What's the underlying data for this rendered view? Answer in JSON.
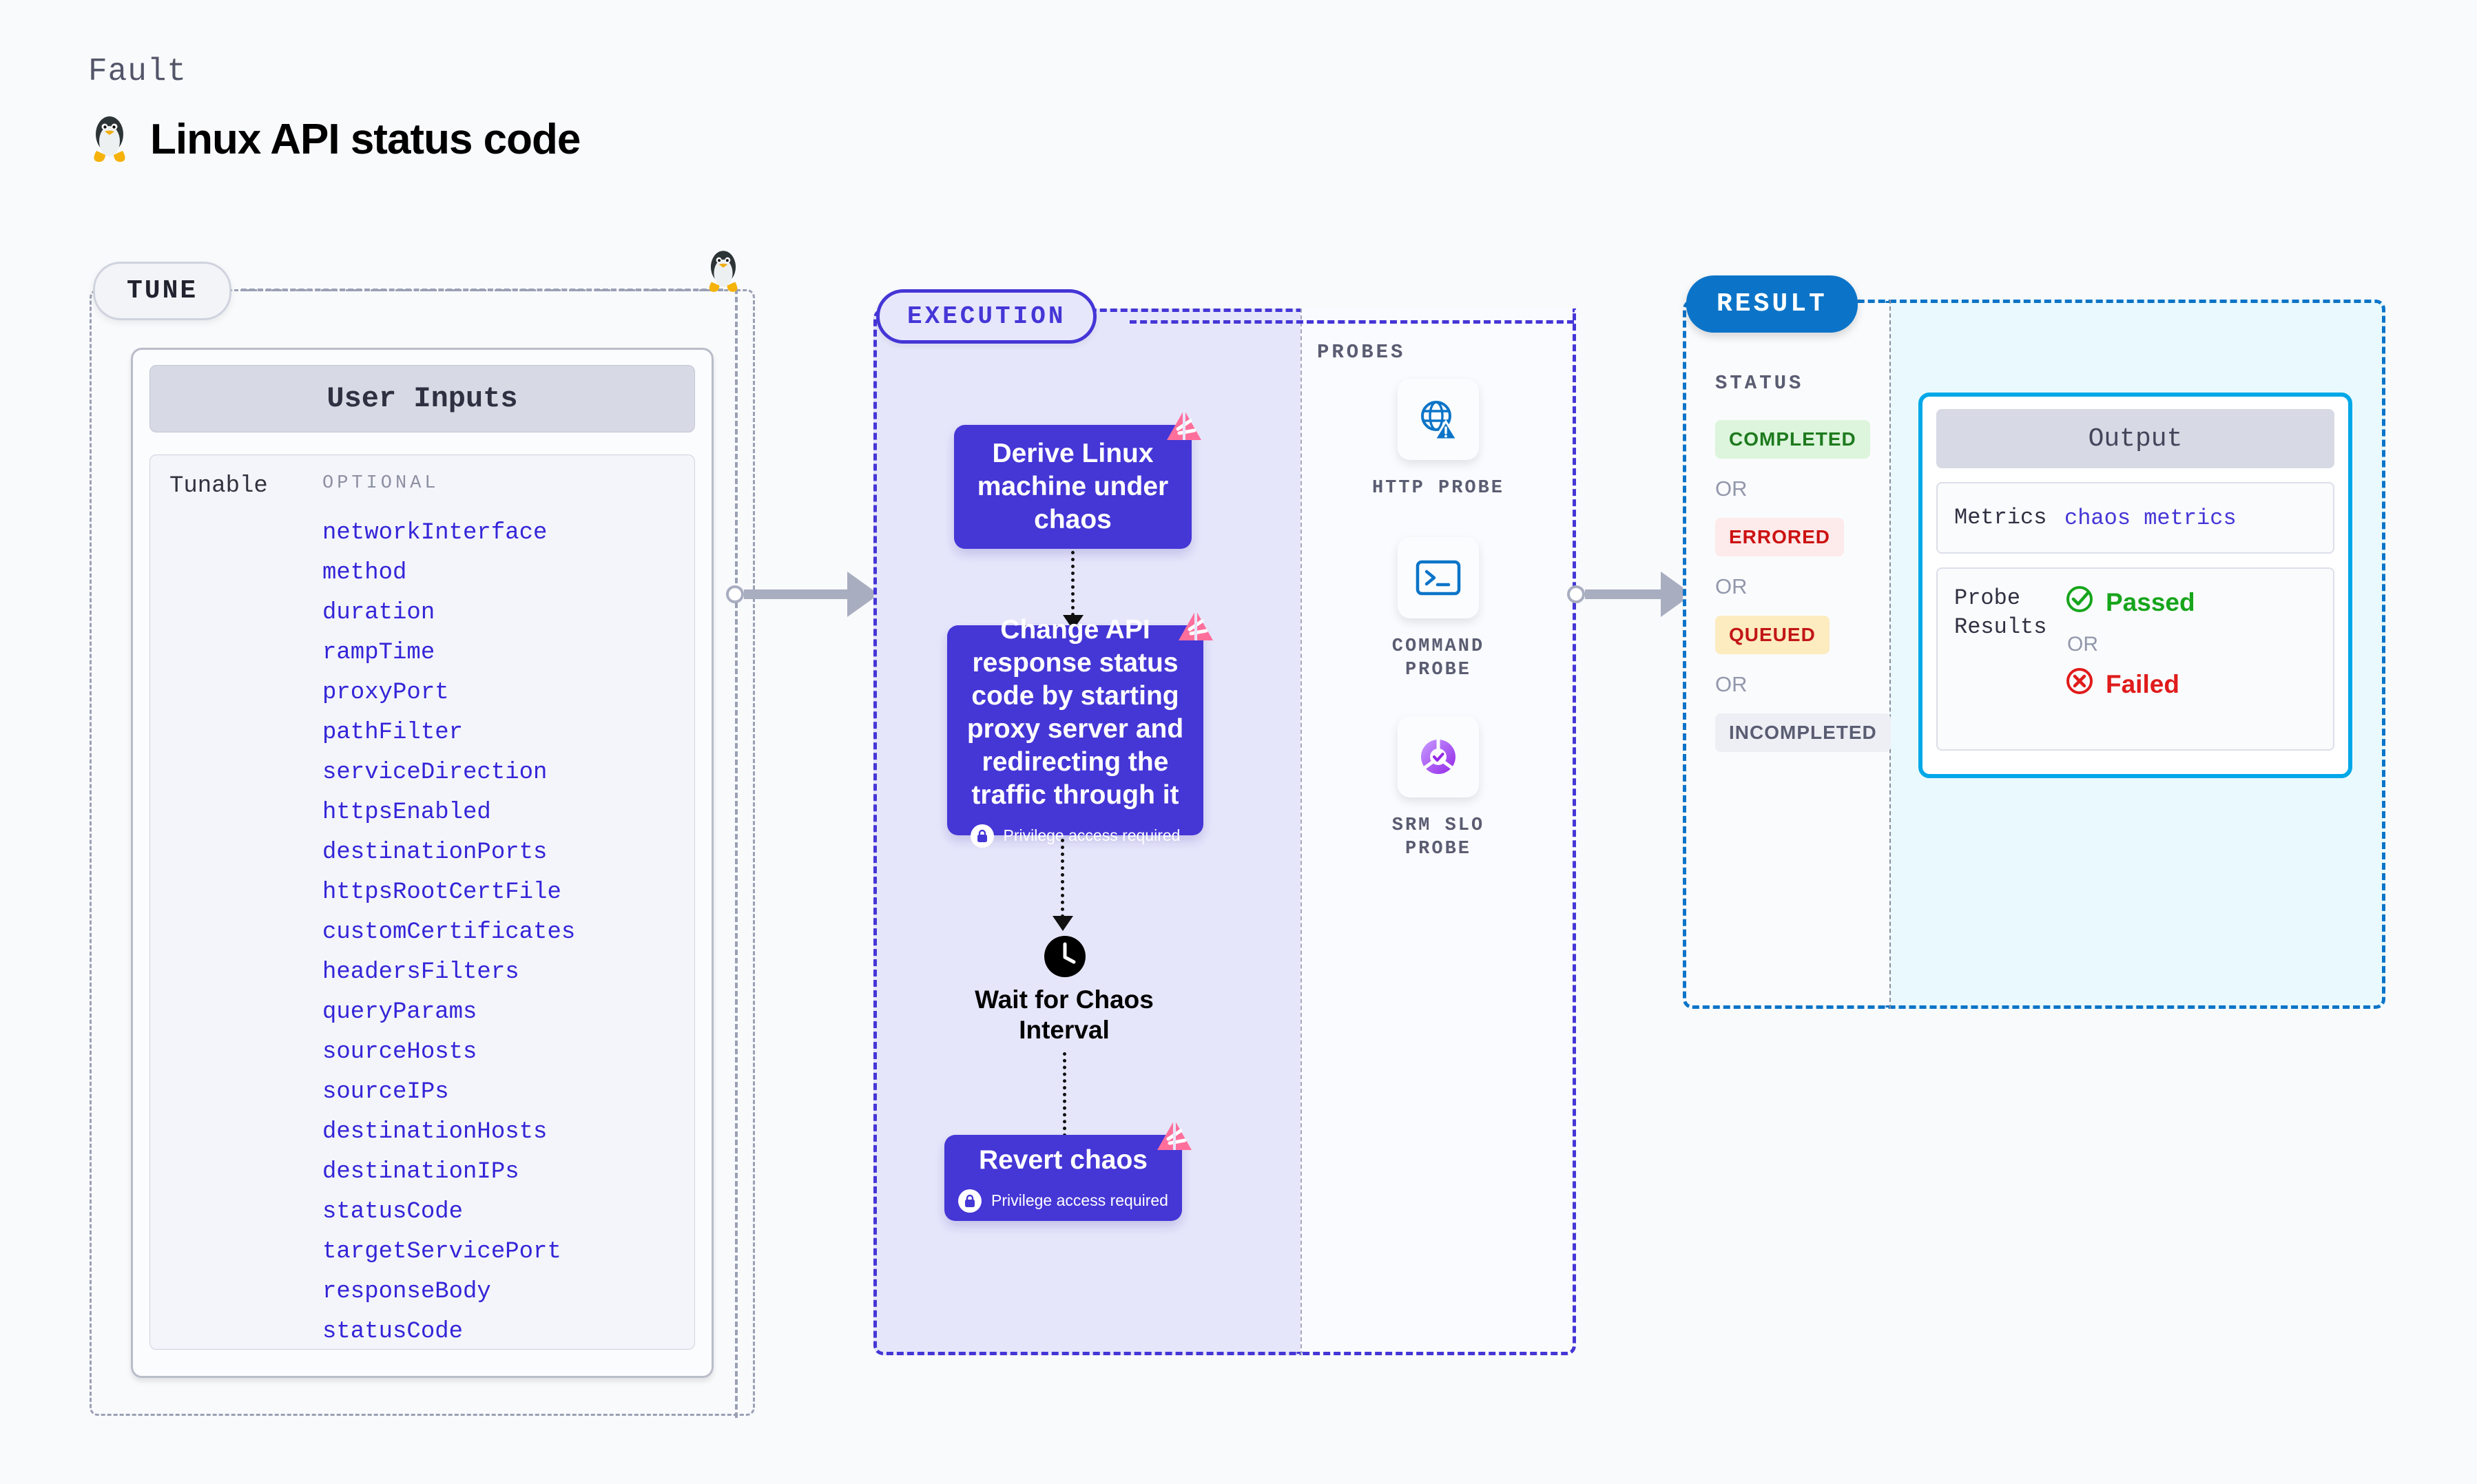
{
  "header": {
    "kicker": "Fault",
    "title": "Linux API status code",
    "icon": "linux-penguin-icon"
  },
  "tune": {
    "badge": "TUNE",
    "card_title": "User Inputs",
    "tunable_label": "Tunable",
    "optional_label": "OPTIONAL",
    "items": [
      "networkInterface",
      "method",
      "duration",
      "rampTime",
      "proxyPort",
      "pathFilter",
      "serviceDirection",
      "httpsEnabled",
      "destinationPorts",
      "httpsRootCertFile",
      "customCertificates",
      "headersFilters",
      "queryParams",
      "sourceHosts",
      "sourceIPs",
      "destinationHosts",
      "destinationIPs",
      "statusCode",
      "targetServicePort",
      "responseBody",
      "statusCode"
    ]
  },
  "execution": {
    "badge": "EXECUTION",
    "steps": [
      {
        "text": "Derive Linux machine under chaos",
        "privilege": null
      },
      {
        "text": "Change API response status code by starting proxy server and redirecting the traffic through it",
        "privilege": "Privilege access required"
      }
    ],
    "wait": {
      "label": "Wait for Chaos Interval",
      "icon": "clock-icon"
    },
    "revert": {
      "text": "Revert chaos",
      "privilege": "Privilege access required"
    }
  },
  "probes": {
    "title": "PROBES",
    "items": [
      {
        "label": "HTTP PROBE",
        "icon": "globe-warning-icon"
      },
      {
        "label": "COMMAND PROBE",
        "icon": "terminal-icon"
      },
      {
        "label": "SRM SLO PROBE",
        "icon": "srm-slo-icon"
      }
    ]
  },
  "result": {
    "badge": "RESULT",
    "status_title": "STATUS",
    "or_label": "OR",
    "statuses": [
      {
        "label": "COMPLETED",
        "bg": "#dcf5dc",
        "fg": "#1e7a1e"
      },
      {
        "label": "ERRORED",
        "bg": "#fdeaea",
        "fg": "#cc1111"
      },
      {
        "label": "QUEUED",
        "bg": "#fcecc0",
        "fg": "#c21616"
      },
      {
        "label": "INCOMPLETED",
        "bg": "#eeeff5",
        "fg": "#5a5d72"
      }
    ],
    "output": {
      "title": "Output",
      "metrics_key": "Metrics",
      "metrics_value": "chaos metrics",
      "probe_key": "Probe Results",
      "passed": "Passed",
      "failed": "Failed",
      "or_label": "OR"
    }
  },
  "colors": {
    "accent_purple": "#4536d6",
    "accent_blue": "#0b74c8",
    "accent_cyan": "#00a8e8",
    "pink": "#ff6f9c",
    "page_bg": "#f9fafc"
  }
}
